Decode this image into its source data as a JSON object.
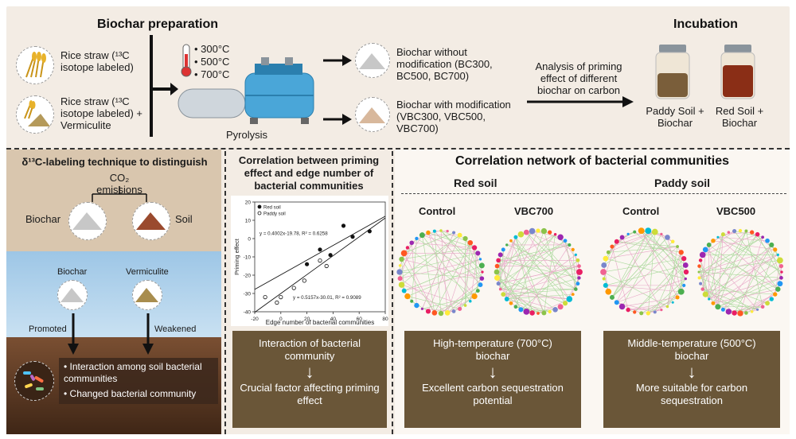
{
  "top": {
    "biochar_prep_title": "Biochar preparation",
    "incubation_title": "Incubation",
    "feed1": "Rice straw (¹³C isotope labeled)",
    "feed2": "Rice straw (¹³C isotope labeled) + Vermiculite",
    "temps": [
      "• 300°C",
      "• 500°C",
      "• 700°C"
    ],
    "pyrolysis": "Pyrolysis",
    "bc_no_mod": "Biochar without modification (BC300, BC500, BC700)",
    "bc_mod": "Biochar with modification (VBC300, VBC500, VBC700)",
    "analysis": "Analysis of priming effect of different biochar on carbon",
    "jar1": "Paddy Soil + Biochar",
    "jar2": "Red Soil + Biochar"
  },
  "left": {
    "title": "δ¹³C-labeling technique to distinguish",
    "co2": "CO₂ emissions",
    "biochar": "Biochar",
    "soil": "Soil",
    "biochar2": "Biochar",
    "vermiculite": "Vermiculite",
    "promoted": "Promoted",
    "weakened": "Weakened",
    "bullet1": "• Interaction among soil bacterial communities",
    "bullet2": "• Changed bacterial community"
  },
  "middle": {
    "title": "Correlation between priming effect and edge number of bacterial communities",
    "box_top": "Interaction of bacterial community",
    "box_bottom": "Crucial factor affecting priming effect",
    "arrow": "↓"
  },
  "chart_data": {
    "type": "scatter",
    "xlabel": "Edge number of bacterial communities",
    "ylabel": "Priming effect",
    "xlim": [
      -20,
      80
    ],
    "ylim": [
      -40,
      20
    ],
    "xticks": [
      -20,
      0,
      20,
      40,
      60,
      80
    ],
    "yticks": [
      -40,
      -30,
      -20,
      -10,
      0,
      10,
      20
    ],
    "series": [
      {
        "name": "Red soil",
        "marker": "filled",
        "x": [
          20,
          30,
          38,
          48,
          55,
          68
        ],
        "y": [
          -14,
          -6,
          -9,
          7,
          1,
          4
        ],
        "fit_label": "y = 0.4002x-19.78, R² = 0.6258",
        "fit": {
          "slope": 0.4002,
          "intercept": -19.78
        }
      },
      {
        "name": "Paddy soil",
        "marker": "open",
        "x": [
          -12,
          -3,
          0,
          10,
          18,
          30,
          35
        ],
        "y": [
          -32,
          -35,
          -32,
          -27,
          -23,
          -12,
          -15
        ],
        "fit_label": "y = 0.5157x-30.01, R² = 0.9089",
        "fit": {
          "slope": 0.5157,
          "intercept": -30.01
        }
      }
    ]
  },
  "network": {
    "title": "Correlation network of bacterial communities",
    "red_soil": "Red soil",
    "paddy_soil": "Paddy soil",
    "control1": "Control",
    "vbc700": "VBC700",
    "control2": "Control",
    "vbc500": "VBC500",
    "box1_top": "High-temperature (700°C) biochar",
    "box1_bottom": "Excellent carbon sequestration potential",
    "box2_top": "Middle-temperature (500°C) biochar",
    "box2_bottom": "More suitable for carbon sequestration",
    "arrow": "↓"
  },
  "colors": {
    "panel_bg": "#f3ece4",
    "brown_box": "#6a5638",
    "sky": "#9dc6e6",
    "earth": "#5a3a22"
  }
}
